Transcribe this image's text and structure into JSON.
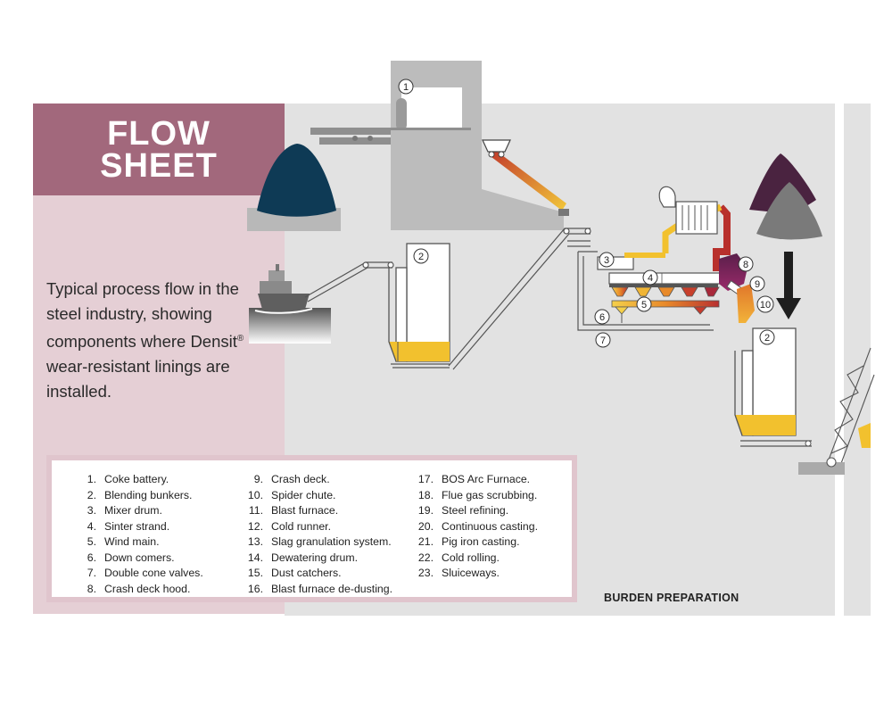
{
  "title": {
    "line1": "FLOW",
    "line2": "SHEET"
  },
  "description": {
    "before": "Typical process flow in the steel industry, showing components where Densit",
    "registered": "®",
    "after": " wear-resistant linings are installed."
  },
  "legend": {
    "col1": [
      {
        "num": "1.",
        "text": "Coke battery."
      },
      {
        "num": "2.",
        "text": "Blending bunkers."
      },
      {
        "num": "3.",
        "text": "Mixer drum."
      },
      {
        "num": "4.",
        "text": "Sinter strand."
      },
      {
        "num": "5.",
        "text": "Wind main."
      },
      {
        "num": "6.",
        "text": "Down comers."
      },
      {
        "num": "7.",
        "text": "Double cone valves."
      },
      {
        "num": "8.",
        "text": "Crash deck hood."
      }
    ],
    "col2": [
      {
        "num": "9.",
        "text": "Crash deck."
      },
      {
        "num": "10.",
        "text": "Spider chute."
      },
      {
        "num": "11.",
        "text": "Blast furnace."
      },
      {
        "num": "12.",
        "text": "Cold runner."
      },
      {
        "num": "13.",
        "text": "Slag granulation system."
      },
      {
        "num": "14.",
        "text": "Dewatering drum."
      },
      {
        "num": "15.",
        "text": "Dust catchers."
      },
      {
        "num": "16.",
        "text": "Blast furnace de-dusting."
      }
    ],
    "col3": [
      {
        "num": "17.",
        "text": "BOS Arc Furnace."
      },
      {
        "num": "18.",
        "text": "Flue gas scrubbing."
      },
      {
        "num": "19.",
        "text": "Steel refining."
      },
      {
        "num": "20.",
        "text": "Continuous casting."
      },
      {
        "num": "21.",
        "text": "Pig iron casting."
      },
      {
        "num": "22.",
        "text": "Cold rolling."
      },
      {
        "num": "23.",
        "text": "Sluiceways."
      }
    ]
  },
  "section_label": "BURDEN PREPARATION",
  "callouts": {
    "c1": "1",
    "c2a": "2",
    "c2b": "2",
    "c3": "3",
    "c4": "4",
    "c5": "5",
    "c6": "6",
    "c7": "7",
    "c8": "8",
    "c9": "9",
    "c10": "10"
  },
  "colors": {
    "brand_mauve": "#a2687c",
    "panel_pink": "#e5cfd5",
    "diagram_gray": "#e2e2e2",
    "coal_pile_blue": "#0e3a55",
    "ore_pile_plum": "#4a2340",
    "hot_yellow": "#f2c12e",
    "hot_red": "#b02a2a"
  }
}
